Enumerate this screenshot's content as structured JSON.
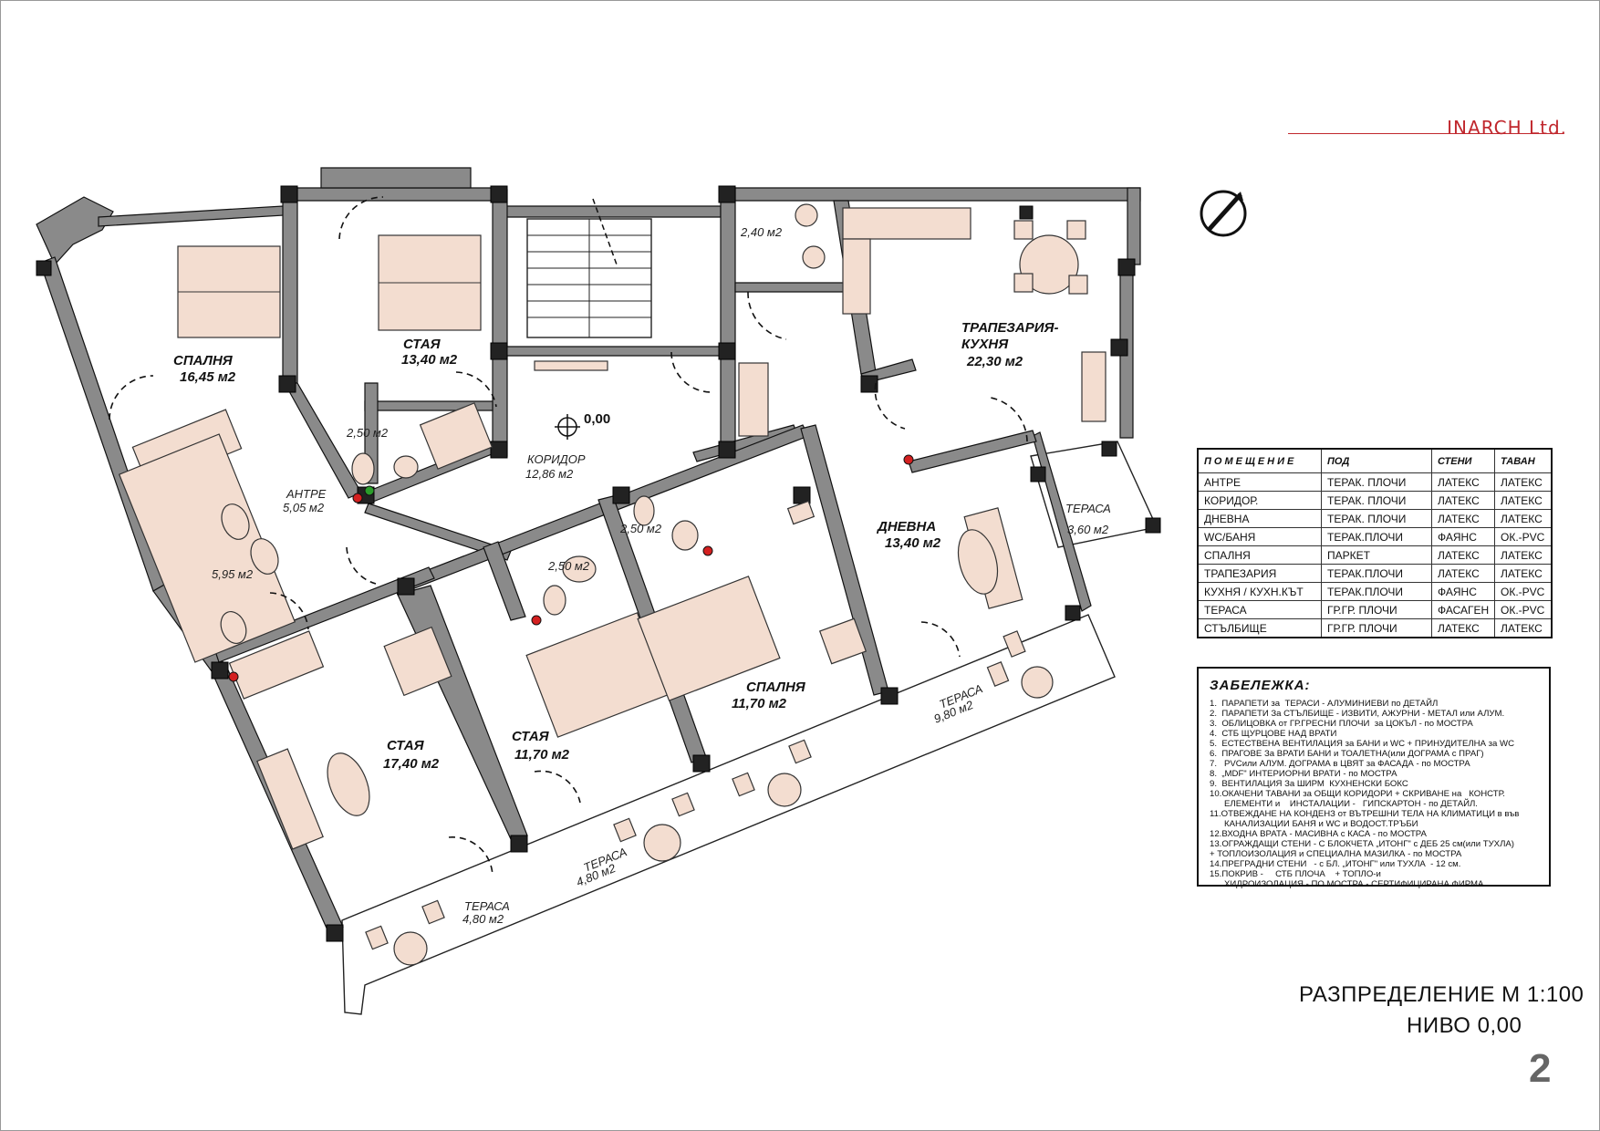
{
  "logo": "INARCH Ltd.",
  "rooms": [
    {
      "key": "spalnya1",
      "name": "СПАЛНЯ",
      "area": "16,45 м2"
    },
    {
      "key": "staya1",
      "name": "СТАЯ",
      "area": "13,40 м2"
    },
    {
      "key": "antre",
      "name": "АНТРЕ",
      "area": "5,05 м2"
    },
    {
      "key": "bath1",
      "name": "",
      "area": "5,95 м2"
    },
    {
      "key": "bath2",
      "name": "",
      "area": "2,50 м2"
    },
    {
      "key": "koridor",
      "name": "КОРИДОР",
      "area": "12,86 м2"
    },
    {
      "key": "wc1",
      "name": "",
      "area": "2,40 м2"
    },
    {
      "key": "trapezaria",
      "name": "ТРАПЕЗАРИЯ-",
      "name2": "КУХНЯ",
      "area": "22,30 м2"
    },
    {
      "key": "dnevna",
      "name": "ДНЕВНА",
      "area": "13,40 м2"
    },
    {
      "key": "wc2",
      "name": "",
      "area": "2,50 м2"
    },
    {
      "key": "wc3",
      "name": "",
      "area": "2,50 м2"
    },
    {
      "key": "spalnya2",
      "name": "СПАЛНЯ",
      "area": "11,70 м2"
    },
    {
      "key": "staya2",
      "name": "СТАЯ",
      "area": "11,70 м2"
    },
    {
      "key": "staya3",
      "name": "СТАЯ",
      "area": "17,40 м2"
    },
    {
      "key": "terasa1",
      "name": "ТЕРАСА",
      "area": "3,60 м2"
    },
    {
      "key": "terasa2",
      "name": "ТЕРАСА",
      "area": "9,80 м2"
    },
    {
      "key": "terasa3",
      "name": "ТЕРАСА",
      "area": "4,80 м2"
    },
    {
      "key": "terasa4",
      "name": "ТЕРАСА",
      "area": "4,80 м2"
    }
  ],
  "level_mark": "0,00",
  "finish_table": {
    "headers": [
      "ПОМЕЩЕНИЕ",
      "ПОД",
      "СТЕНИ",
      "ТАВАН"
    ],
    "rows": [
      [
        "АНТРЕ",
        "ТЕРАК. ПЛОЧИ",
        "ЛАТЕКС",
        "ЛАТЕКС"
      ],
      [
        "КОРИДОР.",
        "ТЕРАК. ПЛОЧИ",
        "ЛАТЕКС",
        "ЛАТЕКС"
      ],
      [
        "ДНЕВНА",
        "ТЕРАК. ПЛОЧИ",
        "ЛАТЕКС",
        "ЛАТЕКС"
      ],
      [
        "WC/БАНЯ",
        "ТЕРАК.ПЛОЧИ",
        "ФАЯНС",
        "ОК.-PVC"
      ],
      [
        "СПАЛНЯ",
        "ПАРКЕТ",
        "ЛАТЕКС",
        "ЛАТЕКС"
      ],
      [
        "ТРАПЕЗАРИЯ",
        "ТЕРАК.ПЛОЧИ",
        "ЛАТЕКС",
        "ЛАТЕКС"
      ],
      [
        "КУХНЯ / КУХН.КЪТ",
        "ТЕРАК.ПЛОЧИ",
        "ФАЯНС",
        "ОК.-PVC"
      ],
      [
        "ТЕРАСА",
        "ГР.ГР. ПЛОЧИ",
        "ФАСАГЕН",
        "ОК.-PVC"
      ],
      [
        "СТЪЛБИЩЕ",
        "ГР.ГР. ПЛОЧИ",
        "ЛАТЕКС",
        "ЛАТЕКС"
      ]
    ]
  },
  "notes": {
    "title": "ЗАБЕЛЕЖКА:",
    "items": [
      "1.  ПАРАПЕТИ за  ТЕРАСИ - АЛУМИНИЕВИ по ДЕТАЙЛ",
      "2.  ПАРАПЕТИ За СТЪЛБИЩЕ - ИЗВИТИ, АЖУРНИ - МЕТАЛ или АЛУМ.",
      "3.  ОБЛИЦОВКА от ГР.ГРЕСНИ ПЛОЧИ  за ЦОКЪЛ - по МОСТРА",
      "4.  СТБ ЩУРЦОВЕ НАД ВРАТИ",
      "5.  ЕСТЕСТВЕНА ВЕНТИЛАЦИЯ за БАНИ и WC + ПРИНУДИТЕЛНА за WC",
      "6.  ПРАГОВЕ За ВРАТИ БАНИ и ТОАЛЕТНА(или ДОГРАМА с ПРАГ)",
      "7.   PVCили АЛУМ. ДОГРАМА в ЦВЯТ за ФАСАДА - по МОСТРА",
      "8.  „MDF\" ИНТЕРИОРНИ ВРАТИ - по МОСТРА",
      "9.  ВЕНТИЛАЦИЯ За ШИРМ  КУХНЕНСКИ БОКС",
      "10.ОКАЧЕНИ ТАВАНИ за ОБЩИ КОРИДОРИ + СКРИВАНЕ на   КОНСТР.",
      "      ЕЛЕМЕНТИ и    ИНСТАЛАЦИИ -   ГИПСКАРТОН - по ДЕТАЙЛ.",
      "11.ОТВЕЖДАНЕ НА КОНДЕНЗ от ВЪТРЕШНИ ТЕЛА НА КЛИМАТИЦИ в във",
      "      КАНАЛИЗАЦИИ БАНЯ и WC и ВОДОСТ.ТРЪБИ",
      "12.ВХОДНА ВРАТА - МАСИВНА с КАСА - по МОСТРА",
      "13.ОГРАЖДАЩИ СТЕНИ - С БЛОКЧЕТА „ИТОНГ\" с ДЕБ 25 см(или ТУХЛА)",
      "+ ТОПЛОИЗОЛАЦИЯ и СПЕЦИАЛНА МАЗИЛКА - по МОСТРА",
      "14.ПРЕГРАДНИ СТЕНИ   - с БЛ. „ИТОНГ\" или ТУХЛА  - 12 см.",
      "15.ПОКРИВ -     СТБ ПЛОЧА    + ТОПЛО-и",
      "      ХИДРОИЗОЛАЦИЯ - ПО МОСТРА - СЕРТИФИЦИРАНА ФИРМА"
    ]
  },
  "title_line1": "РАЗПРЕДЕЛЕНИЕ  М 1:100",
  "title_line2": "НИВО 0,00",
  "sheet_number": "2"
}
